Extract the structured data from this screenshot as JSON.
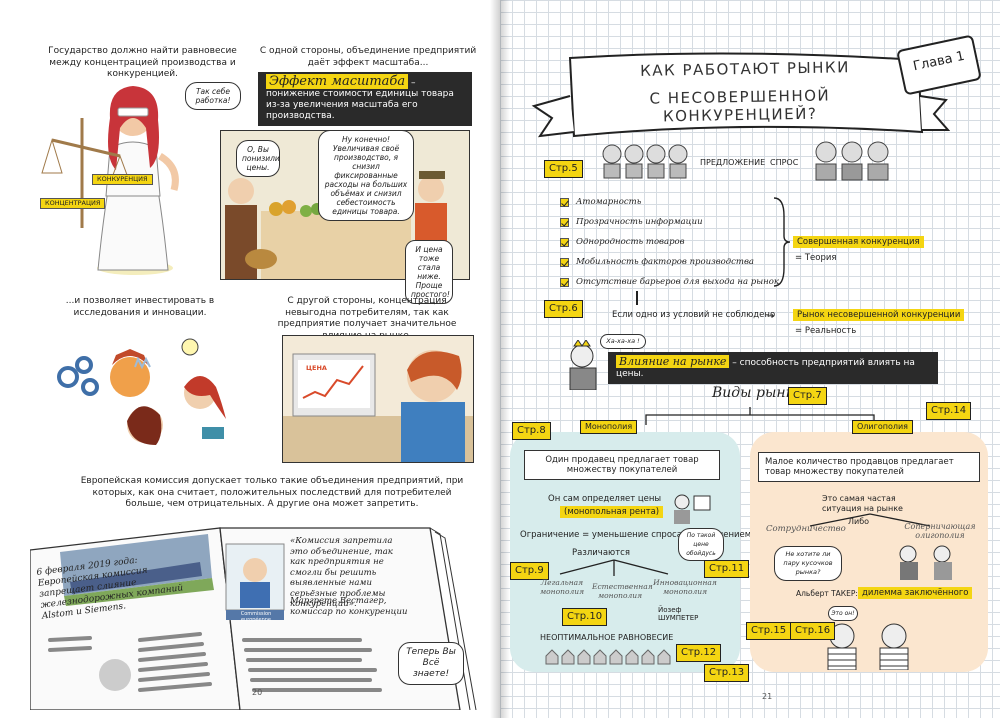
{
  "left_page": {
    "p1": {
      "caption": "Государство должно найти равновесие между концентрацией производства и конкуренцией.",
      "bubble": "Так себе работка!",
      "scale_top": "КОНКУРЕНЦИЯ",
      "scale_bottom": "КОНЦЕНТРАЦИЯ"
    },
    "p2": {
      "caption": "С одной стороны, объединение предприятий даёт эффект масштаба...",
      "term": "Эффект масштаба",
      "definition": " – понижение стоимости единицы товара из-за увеличения масштаба его производства.",
      "bubble_customer": "О, Вы понизили цены.",
      "bubble_seller": "Ну конечно! Увеличивая своё производство, я снизил фиксированные расходы на больших объёмах и снизил себестоимость единицы товара.",
      "bubble_bottom": "И цена тоже стала ниже. Проще простого!"
    },
    "p3": {
      "caption": "...и позволяет инвестировать в исследования и инновации."
    },
    "p4": {
      "caption": "С другой стороны, концентрация невыгодна потребителям, так как предприятие получает значительное влияние на рынке.",
      "screen_label": "ЦЕНА"
    },
    "p5": {
      "caption": "Европейская комиссия допускает только такие объединения предприятий, при которых, как она считает, положительных последствий для потребителей больше, чем отрицательных. А другие она может запретить.",
      "news_left": "6 февраля 2019 года: Европейская комиссия запрещает слияние железнодорожных компаний Alstom и Siemens.",
      "news_quote": "«Комиссия запретила это объединение, так как предприятия не смогли бы решить выявленные нами серьёзные проблемы конкуренции».",
      "news_author": "Маргрете Вестагер, комиссар по конкуренции",
      "photo_caption": "Commission européenne",
      "bubble": "Теперь Вы Всё знаете!"
    },
    "page_number": "20"
  },
  "right_page": {
    "chapter": "Глава 1",
    "title_line1": "Как работают рынки",
    "title_line2": "с несовершенной конкуренцией?",
    "supply": "ПРЕДЛОЖЕНИЕ",
    "demand": "СПРОС",
    "refs": {
      "p5": "Стр.5",
      "p6": "Стр.6",
      "p7": "Стр.7",
      "p8": "Стр.8",
      "p9": "Стр.9",
      "p10": "Стр.10",
      "p11": "Стр.11",
      "p12": "Стр.12",
      "p13": "Стр.13",
      "p14": "Стр.14",
      "p15": "Стр.15",
      "p16": "Стр.16"
    },
    "conditions": [
      "Атомарность",
      "Прозрачность информации",
      "Однородность товаров",
      "Мобильность факторов производства",
      "Отсутствие барьеров для выхода на рынок"
    ],
    "perfect": "Совершенная конкуренция",
    "theory": "= Теория",
    "if_not": "Если одно из условий не соблюдено",
    "imperfect": "Рынок несовершенной конкуренции",
    "reality": "= Реальность",
    "laugh": "Ха-ха-ха !",
    "power_term": "Влияние на рынке",
    "power_def": " – способность предприятий влиять на цены.",
    "market_types": "Виды рынка",
    "monopoly": {
      "label": "Монополия",
      "box": "Один продавец предлагает товар множеству покупателей",
      "sets_price": "Он сам определяет цены",
      "rent": "(монопольная рента)",
      "limit": "Ограничение = уменьшение спроса с увеличением цены",
      "bubble": "По такой цене обойдусь",
      "differ": "Различаются",
      "kinds": [
        "Легальная монополия",
        "Естественная монополия",
        "Инновационная монополия"
      ],
      "schumpeter": "Йозеф ШУМПЕТЕР",
      "nonoptimal": "НЕОПТИМАЛЬНОЕ РАВНОВЕСИЕ"
    },
    "oligopoly": {
      "label": "Олигополия",
      "box": "Малое количество продавцов предлагает товар множеству покупателей",
      "most_common": "Это самая частая ситуация на рынке",
      "coop": "Сотрудничество",
      "or": "Либо",
      "rival": "Соперничающая олигополия",
      "bubble": "Не хотите ли пару кусочков рынка?",
      "tucker": "Альберт ТАКЕР:",
      "dilemma": "дилемма заключённого",
      "bubble2": "Это он!"
    },
    "page_number": "21"
  },
  "colors": {
    "accent_yellow": "#f4d512",
    "monopoly_bg": "#d7ecec",
    "oligopoly_bg": "#fbe6cf",
    "dark": "#2a2a2a"
  }
}
